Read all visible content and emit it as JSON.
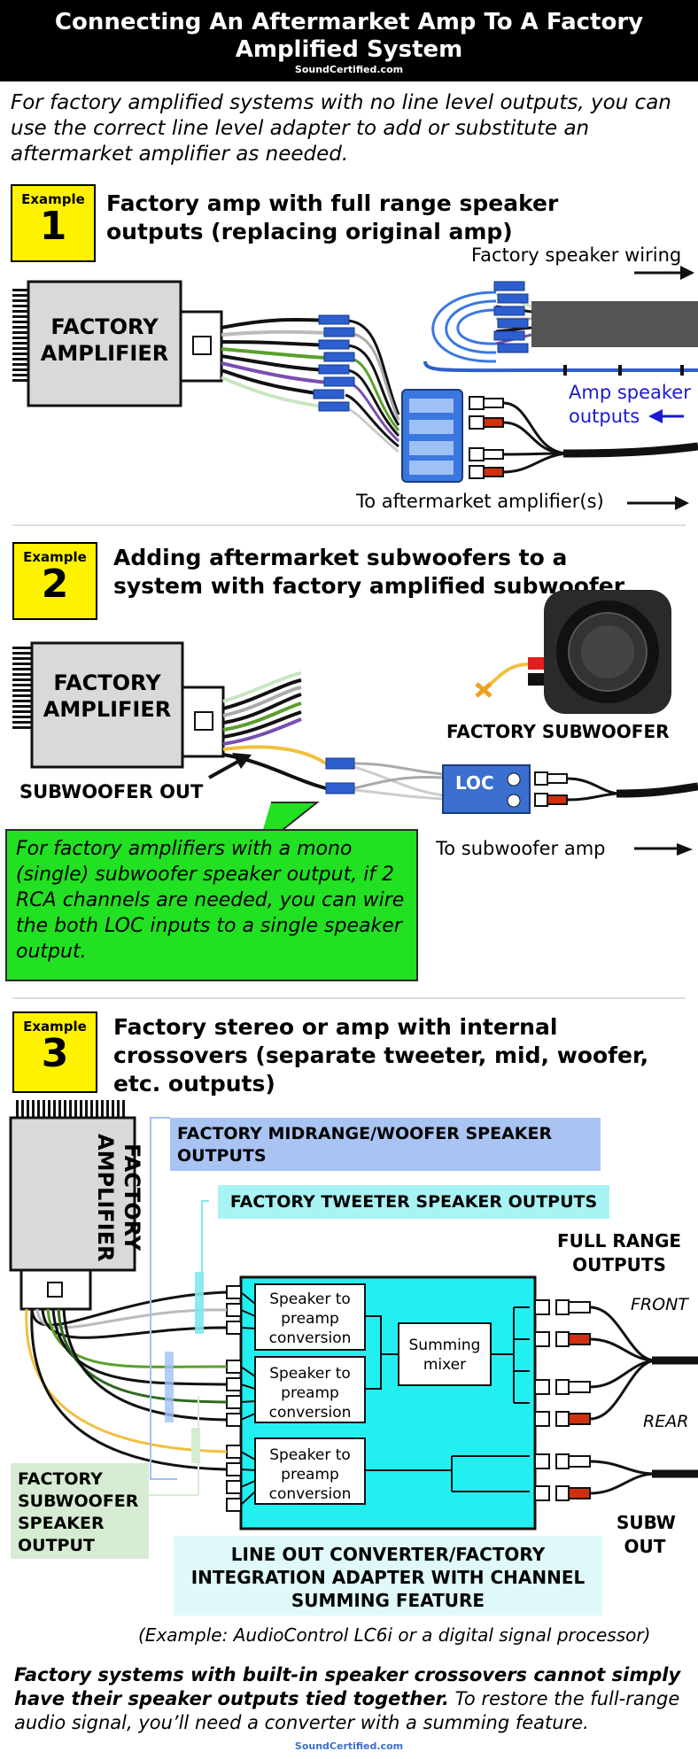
{
  "header": {
    "title": "Connecting An Aftermarket Amp To A Factory Amplified System",
    "site": "SoundCertified.com"
  },
  "intro": "For factory amplified systems with no line level outputs, you can use the correct line level adapter to add or substitute an aftermarket amplifier as needed.",
  "example1": {
    "badge_label": "Example",
    "badge_num": "1",
    "heading": "Factory amp with full range speaker outputs (replacing original amp)",
    "amp_label": "FACTORY AMPLIFIER",
    "factory_wiring": "Factory speaker wiring",
    "amp_speaker_outputs": "Amp speaker outputs",
    "to_aftermarket": "To aftermarket amplifier(s)"
  },
  "example2": {
    "badge_label": "Example",
    "badge_num": "2",
    "heading": "Adding aftermarket subwoofers to a system with factory amplified subwoofer",
    "amp_label": "FACTORY AMPLIFIER",
    "factory_sub": "FACTORY SUBWOOFER",
    "sub_out": "SUBWOOFER OUT",
    "loc": "LOC",
    "to_sub_amp": "To subwoofer amp",
    "callout": "For factory amplifiers with a mono (single) subwoofer speaker output, if 2 RCA channels are needed, you can wire the both LOC inputs to a single speaker output."
  },
  "example3": {
    "badge_label": "Example",
    "badge_num": "3",
    "heading": "Factory stereo or amp with internal crossovers (separate tweeter, mid, woofer, etc. outputs)",
    "amp_label": "FACTORY AMPLIFIER",
    "mid_woofer": "FACTORY MIDRANGE/WOOFER SPEAKER OUTPUTS",
    "tweeter": "FACTORY TWEETER SPEAKER OUTPUTS",
    "full_range": "FULL RANGE OUTPUTS",
    "front": "FRONT",
    "rear": "REAR",
    "subw_out": "SUBW OUT",
    "sub_speaker_output": "FACTORY SUBWOOFER SPEAKER OUTPUT",
    "conv": "Speaker to preamp conversion",
    "summing": "Summing mixer",
    "converter_label": "LINE OUT CONVERTER/FACTORY INTEGRATION ADAPTER WITH CHANNEL SUMMING FEATURE",
    "example_note": "(Example: AudioControl LC6i or a digital signal processor)"
  },
  "footer": {
    "bold": "Factory systems with built-in speaker crossovers cannot simply have their speaker outputs tied together.",
    "rest": " To restore the full-range audio signal, you’ll need a converter with a summing feature.",
    "site": "SoundCertified.com"
  }
}
